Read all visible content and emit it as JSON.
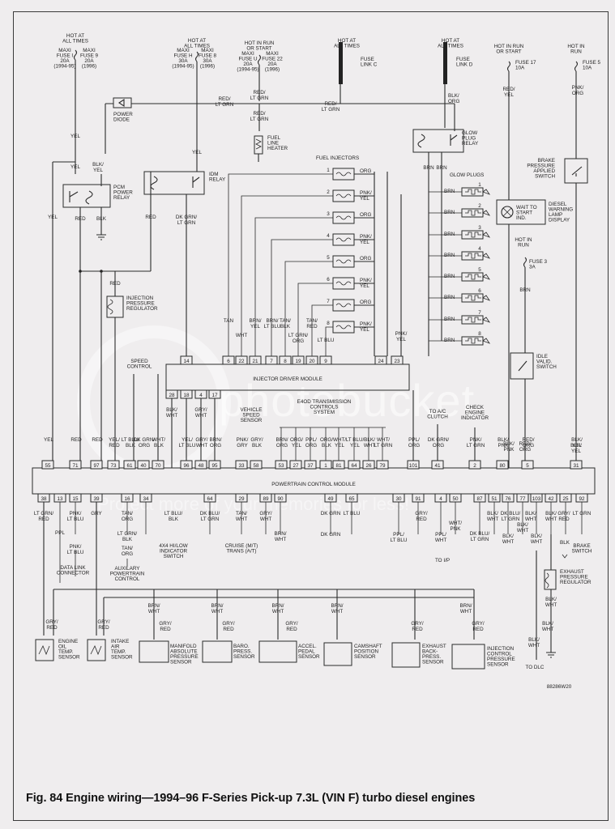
{
  "caption": "Fig. 84 Engine wiring—1994–96 F-Series Pick-up 7.3L (VIN F) turbo diesel engines",
  "figure_id": "88286W20",
  "watermark": "photobucket",
  "watermark_sub": "Protect more of your memories for less!",
  "top_labels": {
    "maxi_left": [
      "HOT AT",
      "ALL TIMES",
      "MAXI",
      "FUSE I",
      "20A",
      "(1994-95)"
    ],
    "maxi_left2": [
      "MAXI",
      "FUSE 9",
      "20A",
      "(1996)"
    ],
    "idm_hot": [
      "HOT AT",
      "ALL TIMES"
    ],
    "fuse_h": [
      "MAXI",
      "FUSE H",
      "30A",
      "(1994-95)"
    ],
    "fuse_8": [
      "MAXI",
      "FUSE 8",
      "30A",
      "(1996)"
    ],
    "run_start": [
      "HOT IN RUN",
      "OR START"
    ],
    "fuse_u": [
      "MAXI",
      "FUSE U",
      "20A",
      "(1994-95)"
    ],
    "fuse_22": [
      "MAXI",
      "FUSE 22",
      "20A",
      "(1996)"
    ],
    "hot_c": [
      "HOT AT",
      "ALL TIMES"
    ],
    "link_c": [
      "FUSE",
      "LINK C"
    ],
    "hot_d": [
      "HOT AT",
      "ALL TIMES"
    ],
    "link_d": [
      "FUSE",
      "LINK D"
    ],
    "run_start2": [
      "HOT IN RUN",
      "OR START"
    ],
    "fuse_17": [
      "FUSE 17",
      "10A"
    ],
    "hot_run": [
      "HOT IN",
      "RUN"
    ],
    "fuse_5": [
      "FUSE 5",
      "10A"
    ]
  },
  "components": {
    "power_diode": [
      "POWER",
      "DIODE"
    ],
    "pcm_relay": [
      "PCM",
      "POWER",
      "RELAY"
    ],
    "idm_relay": [
      "IDM",
      "RELAY"
    ],
    "fuel_heater": [
      "FUEL",
      "LINE",
      "HEATER"
    ],
    "fuel_injectors": "FUEL INJECTORS",
    "glow_relay": [
      "GLOW",
      "PLUG",
      "RELAY"
    ],
    "glow_plugs": "GLOW PLUGS",
    "brake_switch": [
      "BRAKE",
      "PRESSURE",
      "APPLIED",
      "SWITCH"
    ],
    "wait_lamp": [
      "WAIT TO",
      "START",
      "IND."
    ],
    "diesel_lamp": [
      "DIESEL",
      "WARNING",
      "LAMP",
      "DISPLAY"
    ],
    "hot_run_fuse3": [
      "HOT IN",
      "RUN"
    ],
    "fuse_3": [
      "FUSE 3",
      "3A"
    ],
    "ipr": [
      "INJECTION",
      "PRESSURE",
      "REGULATOR"
    ],
    "speed_control": [
      "SPEED",
      "CONTROL"
    ],
    "idle_switch": [
      "IDLE",
      "VALID.",
      "SWITCH"
    ],
    "idm": "INJECTOR DRIVER MODULE",
    "vss": [
      "VEHICLE",
      "SPEED",
      "SENSOR"
    ],
    "e4od": [
      "E4OD TRANSMISSION",
      "CONTROLS",
      "SYSTEM"
    ],
    "ac_clutch": [
      "TO A/C",
      "CLUTCH"
    ],
    "check_engine": [
      "CHECK",
      "ENGINE",
      "INDICATOR"
    ],
    "pcm": "POWERTRAIN CONTROL MODULE",
    "dlc": [
      "DATA LINK",
      "CONNECTOR"
    ],
    "aux_pcm": [
      "AUXILARY",
      "POWERTRAIN",
      "CONTROL"
    ],
    "hi_low": [
      "4X4 HI/LOW",
      "INDICATOR",
      "SWITCH"
    ],
    "cruise": [
      "CRUISE (M/T)",
      "TRANS (A/T)"
    ],
    "to_ip": "TO I/P",
    "brake_sw": [
      "BRAKE",
      "SWITCH"
    ],
    "epr": [
      "EXHAUST",
      "PRESSURE",
      "REGULATOR"
    ],
    "to_dlc": "TO DLC",
    "eot": [
      "ENGINE",
      "OIL",
      "TEMP.",
      "SENSOR"
    ],
    "iat": [
      "INTAKE",
      "AIR",
      "TEMP.",
      "SENSOR"
    ],
    "map": [
      "MANIFOLD",
      "ABSOLUTE",
      "PRESSURE",
      "SENSOR"
    ],
    "baro": [
      "BARO.",
      "PRESS.",
      "SENSOR"
    ],
    "app": [
      "ACCEL.",
      "PEDAL",
      "SENSOR"
    ],
    "cmp": [
      "CAMSHAFT",
      "POSITION",
      "SENSOR"
    ],
    "ebp": [
      "EXHAUST",
      "BACK-",
      "PRESS.",
      "SENSOR"
    ],
    "icp": [
      "INJECTION",
      "CONTROL",
      "PRESSURE",
      "SENSOR"
    ]
  },
  "wires": {
    "red_lt_grn": "RED/ LT GRN",
    "yel": "YEL",
    "blk_yel": "BLK/ YEL",
    "red": "RED",
    "blk": "BLK",
    "dk_grn_lt_grn": "DK GRN/ LT GRN",
    "blk_org": "BLK/ ORG",
    "brn": "BRN",
    "org": "ORG",
    "pnk_yel": "PNK/ YEL",
    "red_yel": "RED/ YEL",
    "pnk_org": "PNK/ ORG",
    "blk_wht": "BLK/ WHT",
    "tan": "TAN",
    "wht": "WHT",
    "brn_yel": "BRN/ YEL",
    "brn_lt_blu": "BRN/ LT BLU",
    "tan_blk": "TAN/ BLK",
    "lt_grn_org": "LT GRN/ ORG",
    "tan_red": "TAN/ RED",
    "lt_blu": "LT BLU"
  },
  "injectors": [
    "1",
    "2",
    "3",
    "4",
    "5",
    "6",
    "7",
    "8"
  ],
  "injector_wires": [
    "ORG",
    "PNK/ YEL",
    "ORG",
    "PNK/ YEL",
    "ORG",
    "PNK/ YEL",
    "ORG",
    "PNK/ YEL"
  ],
  "glow_plugs": [
    "1",
    "2",
    "3",
    "4",
    "5",
    "6",
    "7",
    "8"
  ],
  "idm_top_pins": [
    "6",
    "22",
    "21",
    "7",
    "8",
    "19",
    "20",
    "9",
    "24",
    "23"
  ],
  "idm_top_pin_14": "14",
  "idm_bottom_pins": [
    "28",
    "18",
    "4",
    "17"
  ],
  "pcm_top_pins": [
    "55",
    "71",
    "97",
    "73",
    "61",
    "40",
    "70",
    "96",
    "48",
    "95",
    "33",
    "58",
    "53",
    "27",
    "37",
    "1",
    "81",
    "64",
    "26",
    "79",
    "101",
    "41",
    "2",
    "80",
    "5",
    "31"
  ],
  "pcm_top_wires": [
    "YEL",
    "RED",
    "RED",
    "YEL/ RED",
    "LT BLU/ BLK",
    "DK GRN/ ORG",
    "WHT/ BLK",
    "YEL/ LT BLU",
    "GRY/ WHT",
    "BRN/ ORG",
    "PNK/ GRY",
    "GRY/ BLK",
    "BRN/ ORG",
    "ORG/ YEL",
    "PPL/ ORG",
    "ORG/ BLK",
    "WHT/ YEL",
    "LT BLU/ YEL",
    "BLK/ WHT",
    "WHT/ LT GRN",
    "PPL/ ORG",
    "DK GRN/ ORG",
    "PNK/ LT GRN",
    "BLK/ PNK",
    "RED/ ORG",
    "BLK/ YEL"
  ],
  "pcm_bottom_pins": [
    "38",
    "13",
    "15",
    "39",
    "16",
    "34",
    "64",
    "29",
    "89",
    "90",
    "49",
    "65",
    "30",
    "91",
    "4",
    "50",
    "87",
    "51",
    "76",
    "77",
    "103",
    "42",
    "25",
    "92"
  ],
  "pcm_bottom_wires": [
    "LT GRN/ RED",
    "PNK/ LT BLU",
    "GRY",
    "TAN/ ORG",
    "LT BLU/ BLK",
    "DK BLU/ LT GRN",
    "TAN/ WHT",
    "GRY/ WHT",
    "DK GRN",
    "LT BLU",
    "GRY/ RED",
    "BLK/ WHT",
    "DK BLU/ LT GRN",
    "BLK/ WHT",
    "BLK/ WHT",
    "GRY/ RED",
    "LT GRN"
  ],
  "lower_wires": [
    "PPL",
    "PNK/ LT BLU",
    "LT GRN/ BLK",
    "TAN/ ORG",
    "BRN/ WHT",
    "PPL/ LT BLU",
    "PPL/ WHT",
    "WHT/ PNK",
    "BLK",
    "GRY/ RED",
    "BLK/ WHT",
    "BLK/ WHT",
    "BLK/ WHT"
  ]
}
